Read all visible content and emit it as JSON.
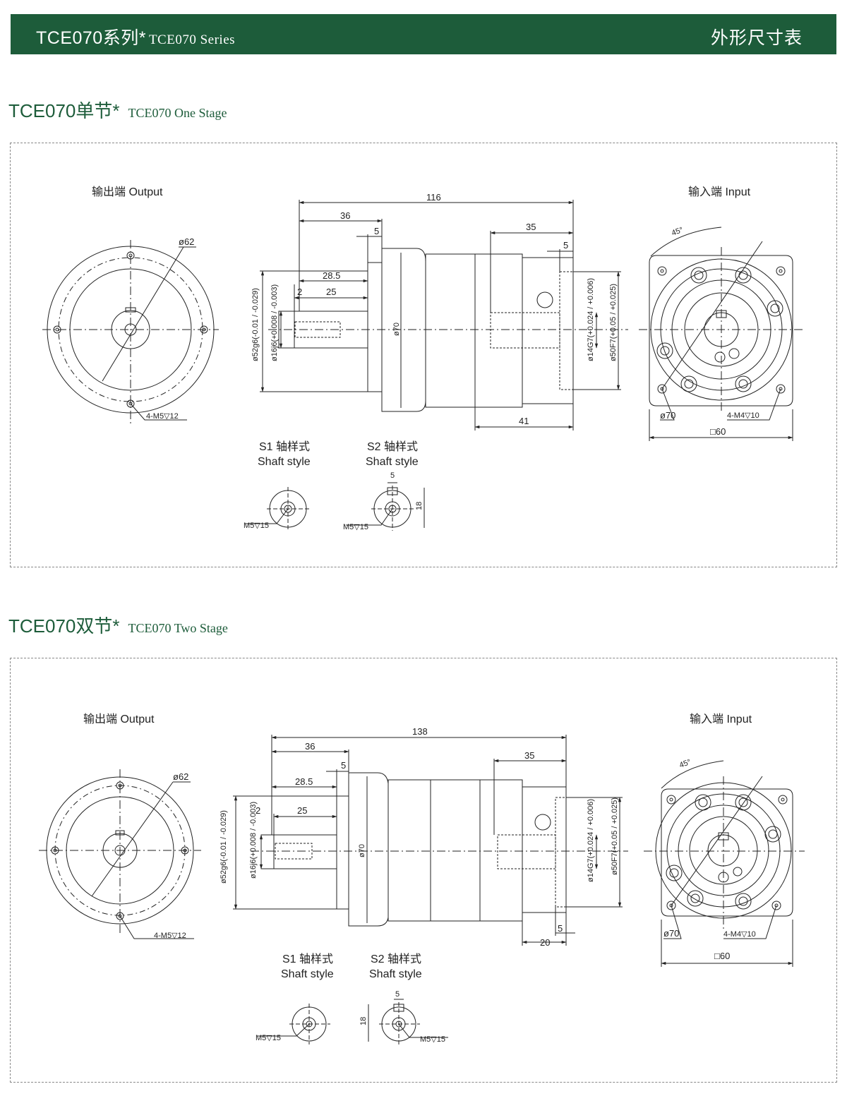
{
  "header": {
    "title_cn": "TCE070系列*",
    "title_en": "TCE070 Series",
    "right": "外形尺寸表"
  },
  "one": {
    "title_cn": "TCE070单节*",
    "title_en": "TCE070 One Stage",
    "output": "输出端  Output",
    "input": "输入端  Input",
    "d_total": "116",
    "d_36": "36",
    "d_5a": "5",
    "d_35": "35",
    "d_5b": "5",
    "d_285": "28.5",
    "d_2": "2",
    "d_25": "25",
    "d_41": "41",
    "phi62": "ø62",
    "m5": "4-M5▽12",
    "phi52": "ø52g6(-0.01 / -0.029)",
    "phi16": "ø16j6(+0.008 / -0.003)",
    "phi70": "ø70",
    "phi14": "ø14G7(+0.024 / +0.006)",
    "phi50": "ø50F7(+0.05 / +0.025)",
    "angle": "45°",
    "in_phi70": "ø70",
    "m4": "4-M4▽10",
    "sq60": "□60",
    "s1a": "S1 轴样式",
    "s1b": "Shaft style",
    "s2a": "S2 轴样式",
    "s2b": "Shaft style",
    "s1m": "M5▽15",
    "s2m": "M5▽15",
    "s2_5": "5",
    "s2_18": "18"
  },
  "two": {
    "title_cn": "TCE070双节*",
    "title_en": "TCE070 Two Stage",
    "output": "输出端  Output",
    "input": "输入端  Input",
    "d_total": "138",
    "d_36": "36",
    "d_5a": "5",
    "d_35": "35",
    "d_5b": "5",
    "d_285": "28.5",
    "d_2": "2",
    "d_25": "25",
    "d_20": "20",
    "phi62": "ø62",
    "m5": "4-M5▽12",
    "phi52": "ø52g6(-0.01 / -0.029)",
    "phi16": "ø16j6(+0.008 / -0.003)",
    "phi70": "ø70",
    "phi14": "ø14G7(+0.024 / +0.006)",
    "phi50": "ø50F7(+0.05 / +0.025)",
    "angle": "45°",
    "in_phi70": "ø70",
    "m4": "4-M4▽10",
    "sq60": "□60",
    "s1a": "S1 轴样式",
    "s1b": "Shaft style",
    "s2a": "S2 轴样式",
    "s2b": "Shaft style",
    "s1m": "M5▽15",
    "s2m": "M5▽15",
    "s2_5": "5",
    "s2_18": "18"
  }
}
